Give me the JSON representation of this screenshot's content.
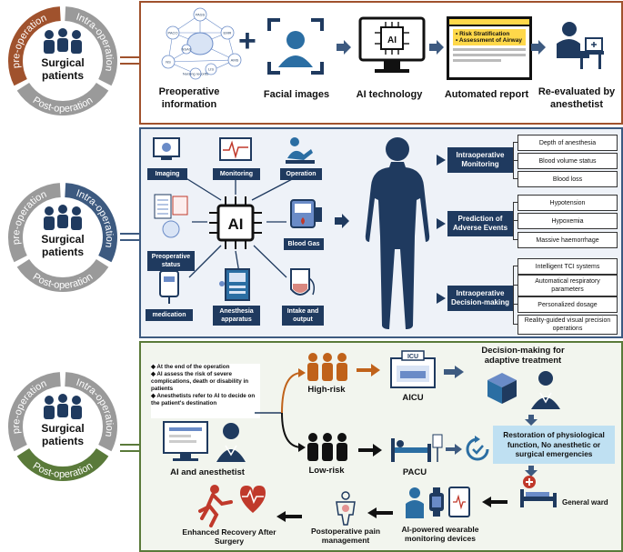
{
  "rings": [
    {
      "center": "Surgical patients",
      "pre": "pre-operation",
      "intra": "Intra-operation",
      "post": "Post-operation",
      "active": "pre",
      "active_color": "#a0522d"
    },
    {
      "center": "Surgical patients",
      "pre": "pre-operation",
      "intra": "Intra-operation",
      "post": "Post-operation",
      "active": "intra",
      "active_color": "#3d5a80"
    },
    {
      "center": "Surgical patients",
      "pre": "pre-operation",
      "intra": "Intra-operation",
      "post": "Post-operation",
      "active": "post",
      "active_color": "#5a7a3a"
    }
  ],
  "colors": {
    "pre": "#a0522d",
    "intra": "#3d5a80",
    "post": "#5a7a3a",
    "navy": "#1f3a5f",
    "orange": "#c0621a"
  },
  "pre_panel": {
    "steps": [
      "Preoperative information",
      "Facial images",
      "AI technology",
      "Automated report",
      "Re-evaluated by anesthetist"
    ],
    "network_nodes": [
      "PASS",
      "PACO",
      "EMR",
      "NSAS",
      "AMS",
      "NS",
      "LIS",
      "Nursing records"
    ],
    "report_lines": [
      "Risk Stratification",
      "Assessment of Airway"
    ]
  },
  "intra_panel": {
    "inputs": [
      "Imaging",
      "Monitoring",
      "Operation",
      "Preoperative status",
      "Blood Gas",
      "medication",
      "Anesthesia apparatus",
      "Intake and output"
    ],
    "ai_label": "AI",
    "categories": [
      {
        "title": "Intraoperative Monitoring",
        "items": [
          "Depth of anesthesia",
          "Blood volume status",
          "Blood loss"
        ]
      },
      {
        "title": "Prediction of Adverse Events",
        "items": [
          "Hypotension",
          "Hypoxemia",
          "Massive haemorrhage"
        ]
      },
      {
        "title": "Intraoperative Decision-making",
        "items": [
          "Intelligent TCI systems",
          "Automatical respiratory parameters",
          "Personalized dosage",
          "Reality-guided visual precision operations"
        ]
      }
    ]
  },
  "post_panel": {
    "bullets": [
      "At the end of the operation",
      "AI assess the risk of severe complications, death or disability in patients",
      "Anesthetists refer to AI to decide on the patient's destination"
    ],
    "ai_anesthetist": "AI and anesthetist",
    "high_risk": "High-risk",
    "low_risk": "Low-risk",
    "aicu": "AICU",
    "icu_sign": "ICU",
    "pacu": "PACU",
    "decision": "Decision-making for adaptive treatment",
    "restoration": "Restoration of physiological function, No anesthetic or surgical emergencies",
    "general_ward": "General ward",
    "wearable": "AI-powered wearable monitoring devices",
    "pain": "Postoperative pain management",
    "recovery": "Enhanced Recovery After Surgery"
  }
}
